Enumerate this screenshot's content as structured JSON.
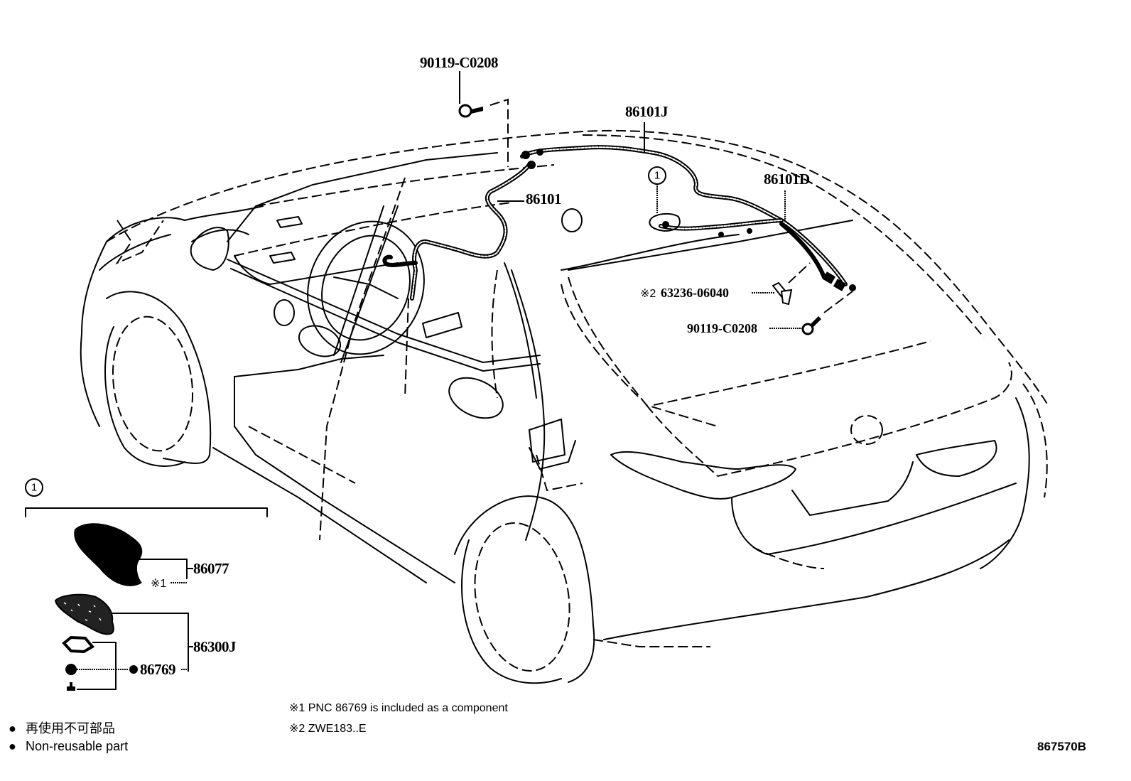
{
  "diagram": {
    "drawing_code": "867570B",
    "callout_symbol": "1",
    "parts": {
      "bolt_top": "90119-C0208",
      "harness_j": "86101J",
      "harness_d": "86101D",
      "harness_main": "86101",
      "clip": "63236-06040",
      "clip_note_mark": "※2",
      "bolt_right": "90119-C0208",
      "antenna_cover": "86077",
      "antenna_cover_note_mark": "※1",
      "antenna_assy": "86300J",
      "gasket": "86769"
    },
    "notes": [
      "※1 PNC 86769 is included as a component",
      "※2 ZWE183..E"
    ],
    "legend": {
      "bullet": "●",
      "japanese": "再使用不可部品",
      "english": "Non-reusable part"
    }
  }
}
